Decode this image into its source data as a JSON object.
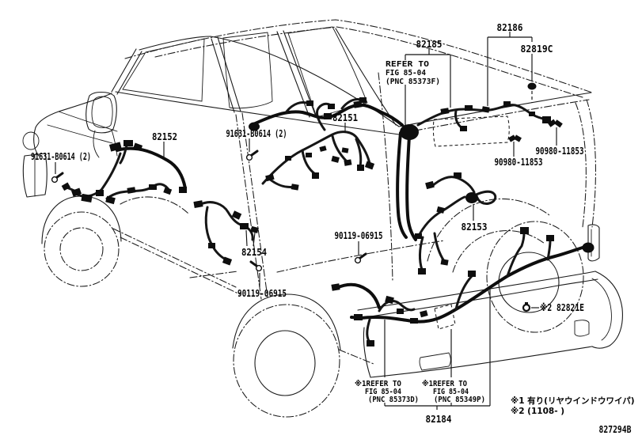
{
  "diagram": {
    "code": "827294B",
    "labels": {
      "l82185": "82185",
      "l82186": "82186",
      "l82819c": "82819C",
      "l82151": "82151",
      "l82152": "82152",
      "l82153": "82153",
      "l82154": "82154",
      "l82184": "82184",
      "l82821e": "※2 82821E",
      "l90980a": "90980-11853",
      "l90980b": "90980-11853",
      "l90119a": "90119-06915",
      "l90119b": "90119-06915",
      "l91631a": "91631-B0614 (2)",
      "l91631b": "91631-B0614 (2)"
    },
    "refer_roof": [
      "REFER TO",
      "FIG 85-04",
      "(PNC 85373F)"
    ],
    "refer_left": [
      "※1REFER TO",
      "FIG 85-04",
      "(PNC 85373D)"
    ],
    "refer_right": [
      "※1REFER TO",
      "FIG 85-04",
      "(PNC 85349P)"
    ],
    "notes": [
      "※1 有り(リヤウインドウワイパ)",
      "※2 (1108-        )"
    ],
    "colors": {
      "line": "#1a1a1a",
      "harness": "#0e0e0e",
      "background": "#ffffff"
    }
  }
}
